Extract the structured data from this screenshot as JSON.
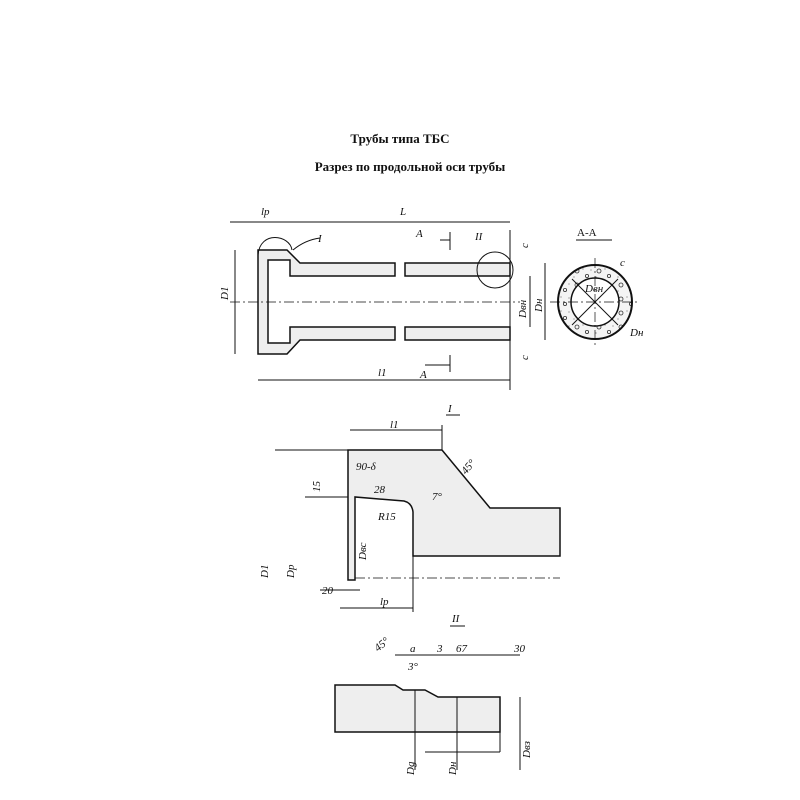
{
  "title": "Трубы типа ТБС",
  "subtitle": "Разрез по продольной оси трубы",
  "main": {
    "lp": "lp",
    "L": "L",
    "I": "I",
    "II": "II",
    "A_top": "A",
    "A_bottom": "A",
    "D1": "D1",
    "c_top": "c",
    "c_bottom": "c",
    "Dvn": "Dвн",
    "Dn": "Dн",
    "l1": "l1"
  },
  "section": {
    "title": "A-A",
    "c": "c",
    "Dvn": "Dвн",
    "Dn": "Dн"
  },
  "detail_I": {
    "title": "I",
    "l1": "l1",
    "d90": "90-δ",
    "d15": "15",
    "d28": "28",
    "angle": "7°",
    "r": "R15",
    "t45": "45°",
    "Dvs": "Dвс",
    "D1": "D1",
    "Dp": "Dp",
    "d20": "20",
    "lp": "lp"
  },
  "detail_II": {
    "title": "II",
    "a45": "45°",
    "a": "a",
    "d3": "3",
    "d67": "67",
    "d30": "30",
    "a3": "3°",
    "Dg": "Dg",
    "Dh": "Dн",
    "Dvz": "Dвз"
  }
}
